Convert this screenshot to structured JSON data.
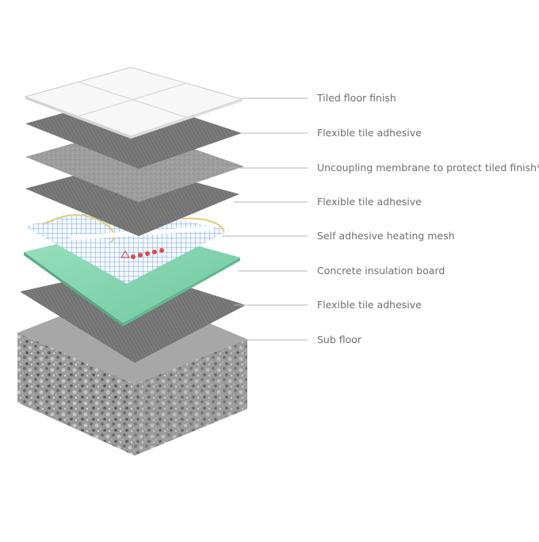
{
  "diagram": {
    "layers": [
      {
        "id": "tile",
        "label": "Tiled floor finish"
      },
      {
        "id": "adhesive1",
        "label": "Flexible tile adhesive"
      },
      {
        "id": "membrane",
        "label": "Uncoupling membrane to protect tiled finish*"
      },
      {
        "id": "adhesive2",
        "label": "Flexible tile adhesive"
      },
      {
        "id": "mesh",
        "label": "Self adhesive heating mesh"
      },
      {
        "id": "board",
        "label": "Concrete insulation board"
      },
      {
        "id": "adhesive3",
        "label": "Flexible tile adhesive"
      },
      {
        "id": "subfloor",
        "label": "Sub floor"
      }
    ],
    "colors": {
      "tile": "#f7f7f7",
      "adhesive": "#7a7a7a",
      "membrane": "#9a9a9a",
      "mesh_grid": "#5b8fd6",
      "mesh_cable": "#d9cf7a",
      "board": "#8fd6b5",
      "concrete": "#a3a3a3",
      "leader_line": "#b5b5b5"
    }
  }
}
